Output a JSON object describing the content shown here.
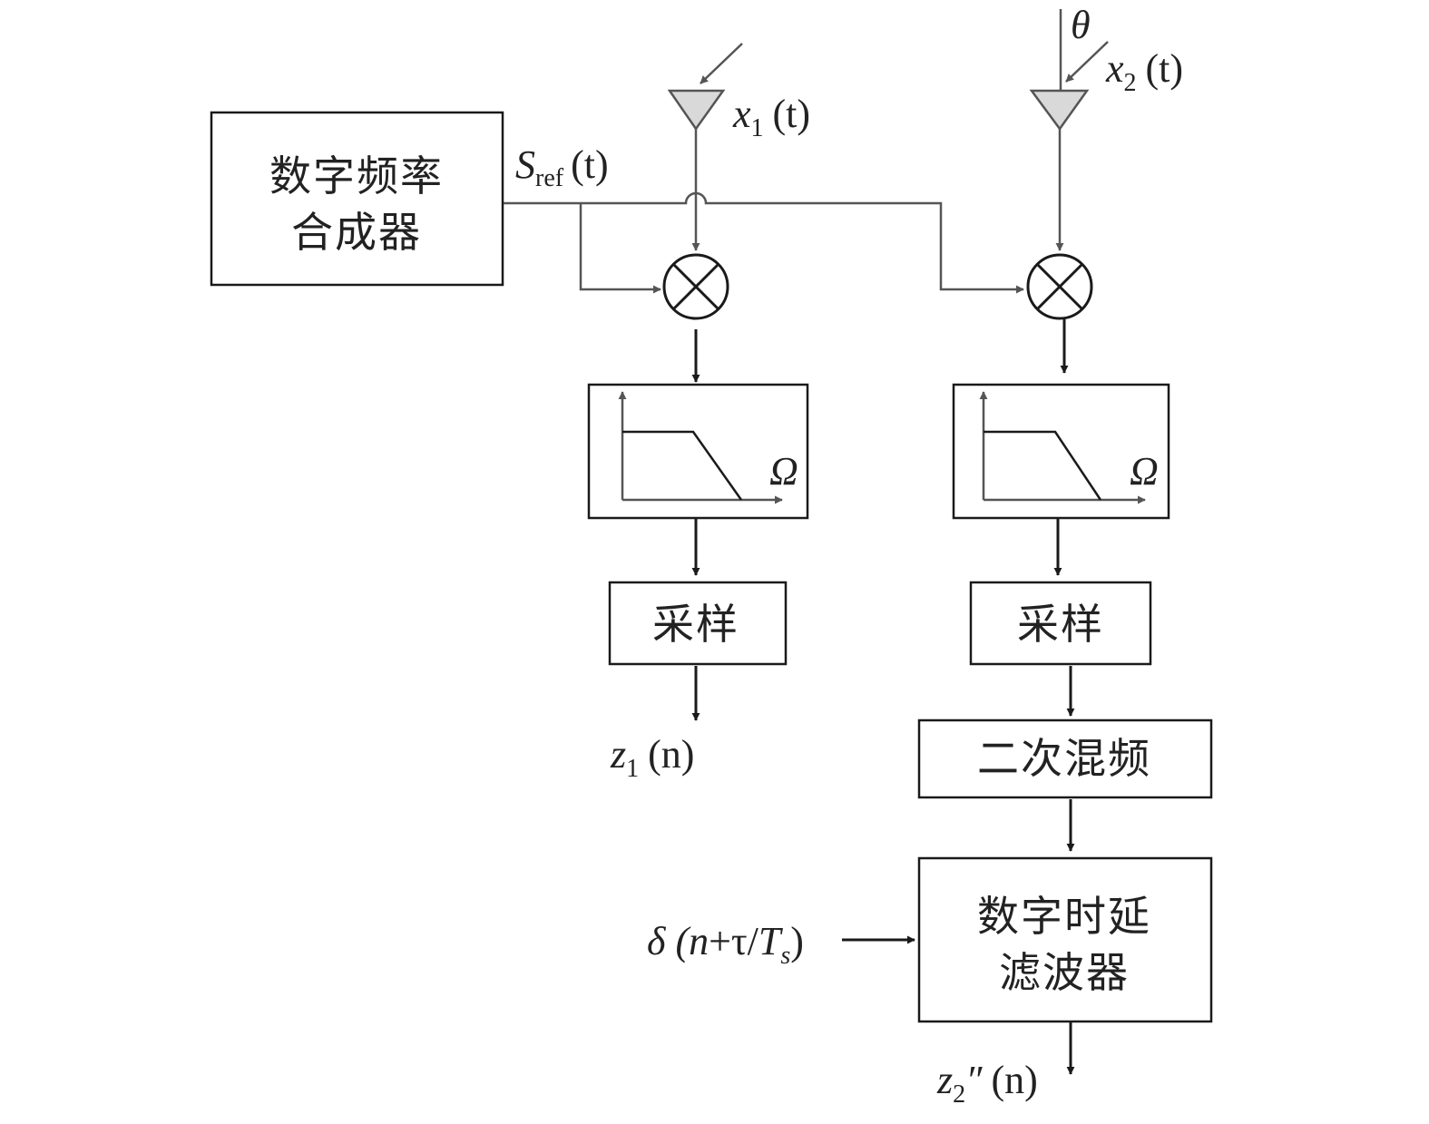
{
  "blocks": {
    "synthesizer": {
      "line1": "数字频率",
      "line2": "合成器"
    },
    "sampler1": "采样",
    "sampler2": "采样",
    "second_mixer": "二次混频",
    "delay_filter": {
      "line1": "数字时延",
      "line2": "滤波器"
    }
  },
  "signals": {
    "s_ref": {
      "base": "S",
      "sub": "ref",
      "arg": "(t)"
    },
    "x1": {
      "base": "x",
      "sub": "1",
      "arg": "(t)"
    },
    "x2": {
      "base": "x",
      "sub": "2",
      "arg": "(t)"
    },
    "theta": "θ",
    "omega": "Ω",
    "z1": {
      "base": "z",
      "sub": "1",
      "arg": "(n)"
    },
    "z2": {
      "base": "z",
      "sub": "2",
      "prime": "″",
      "arg": "(n)"
    },
    "delta": {
      "pre": "δ (",
      "n": "n",
      "plus": "+τ/",
      "T": "T",
      "sub": "s",
      "post": ")"
    }
  },
  "colors": {
    "gray_line": "#555555",
    "black_line": "#1a1a1a",
    "antenna_fill": "#d9d9d9"
  }
}
